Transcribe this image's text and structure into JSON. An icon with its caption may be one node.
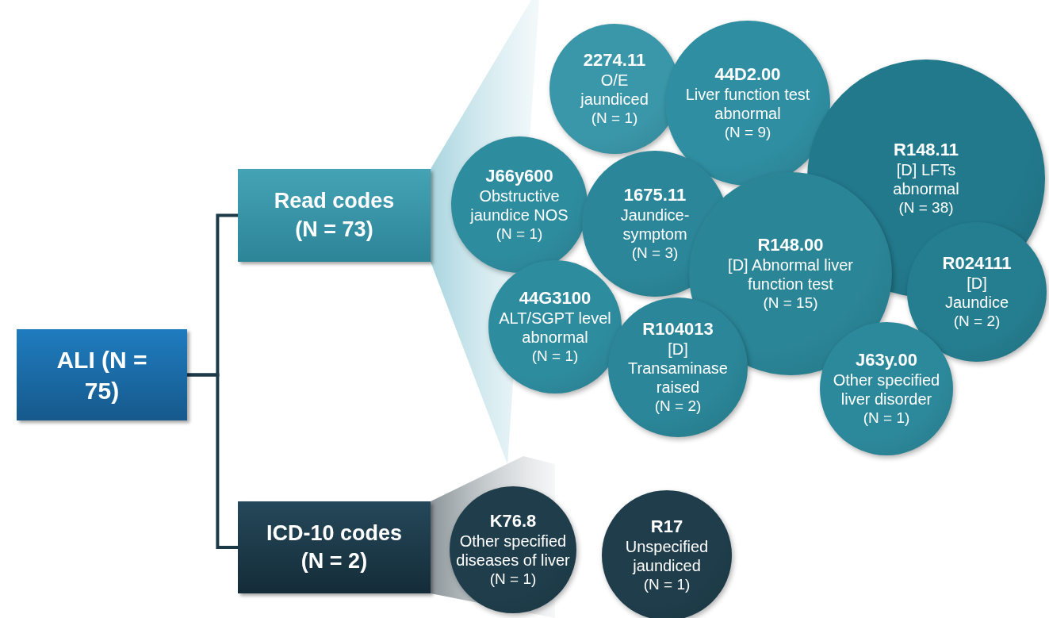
{
  "diagram": {
    "nodes": [
      {
        "text": [
          "ALI (N = 75)"
        ]
      },
      {
        "text": [
          "Read codes (N = 73)"
        ]
      },
      {
        "text": [
          "ICD-10 codes (N = 2)"
        ]
      },
      {
        "text": [
          "2274.11",
          "O/E jaundiced",
          "(N = 1)"
        ]
      },
      {
        "text": [
          "44D2.00",
          "Liver function test abnormal",
          "(N = 9)"
        ]
      },
      {
        "text": [
          "R148.11",
          "[D] LFTs abnormal",
          "(N = 38)"
        ]
      },
      {
        "text": [
          "J66y600",
          "Obstructive jaundice NOS",
          "(N = 1)"
        ]
      },
      {
        "text": [
          "1675.11",
          "Jaundice-symptom",
          "(N = 3)"
        ]
      },
      {
        "text": [
          "R148.00",
          "[D] Abnormal liver function test",
          "(N = 15)"
        ]
      },
      {
        "text": [
          "R024111",
          "[D] Jaundice",
          "(N = 2)"
        ]
      },
      {
        "text": [
          "44G3100",
          "ALT/SGPT level abnormal",
          "(N = 1)"
        ]
      },
      {
        "text": [
          "R104013",
          "[D] Transaminase raised",
          "(N = 2)"
        ]
      },
      {
        "text": [
          "J63y.00",
          "Other specified liver disorder",
          "(N = 1)"
        ]
      },
      {
        "text": [
          "K76.8",
          "Other specified diseases of liver",
          "(N = 1)"
        ]
      },
      {
        "text": [
          "R17",
          "Unspecified jaundiced",
          "(N = 1)"
        ]
      }
    ],
    "edges": [
      {
        "from": 0,
        "to": 1,
        "arrow": "none"
      },
      {
        "from": 0,
        "to": 2,
        "arrow": "none"
      }
    ]
  }
}
